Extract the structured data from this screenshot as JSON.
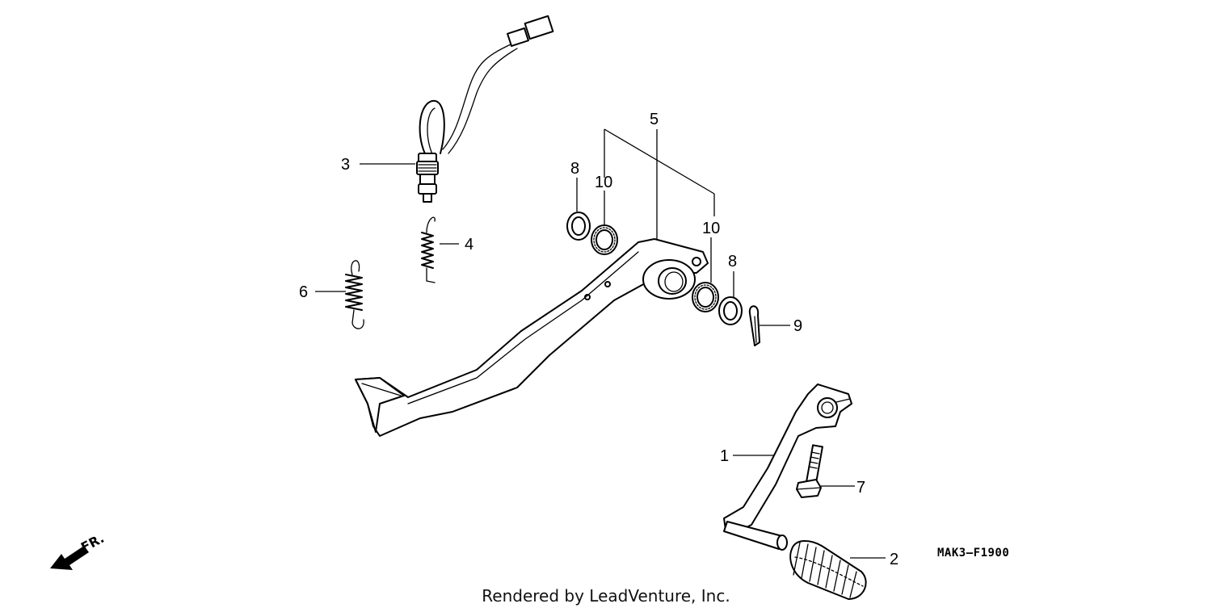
{
  "diagram": {
    "callouts": {
      "c1": "1",
      "c2": "2",
      "c3": "3",
      "c4": "4",
      "c5": "5",
      "c6": "6",
      "c7": "7",
      "c8a": "8",
      "c8b": "8",
      "c9": "9",
      "c10a": "10",
      "c10b": "10"
    },
    "part_code": "MAK3—F1900",
    "direction_label": "FR."
  },
  "footer": {
    "credit": "Rendered by LeadVenture, Inc."
  }
}
